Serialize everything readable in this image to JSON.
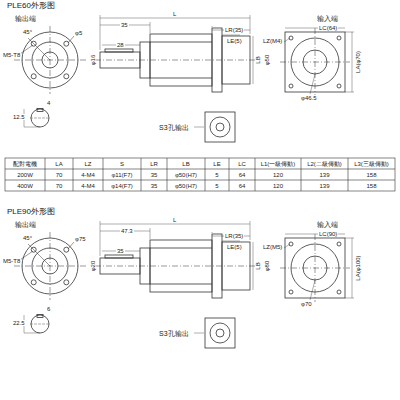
{
  "diagram": {
    "labels": [
      "PLE60外形图",
      "输出端",
      "输入端",
      "45°",
      "M5-T8",
      "φ5",
      "12.5",
      "4",
      "L",
      "35",
      "28",
      "LR(35)",
      "LE(5)",
      "φ16",
      "LB",
      "φ50",
      "LZ(M4)",
      "φ46.5",
      "LC(64)",
      "LA(φ70)",
      "S3孔输出",
      "配對電機",
      "LA",
      "LZ",
      "S",
      "LR",
      "LB",
      "LE",
      "LC",
      "L1(一級傳動)",
      "L2(二級傳動)",
      "L3(三級傳動)",
      "200W",
      "70",
      "4-M4",
      "φ11(F7)",
      "35",
      "φ50(H7)",
      "5",
      "64",
      "120",
      "139",
      "158",
      "400W",
      "70",
      "4-M4",
      "φ14(F7)",
      "35",
      "φ50(H7)",
      "5",
      "64",
      "120",
      "139",
      "158",
      "PLE90外形图",
      "输出端",
      "输入端",
      "45°",
      "M5-T8",
      "φ75",
      "22.5",
      "6",
      "L",
      "47.3",
      "35",
      "LR(35)",
      "LE(5)",
      "φ20",
      "LB",
      "φ80",
      "LZ(M5)",
      "φ70",
      "LC(90)",
      "LA(φ100)",
      "S3孔输出"
    ]
  }
}
